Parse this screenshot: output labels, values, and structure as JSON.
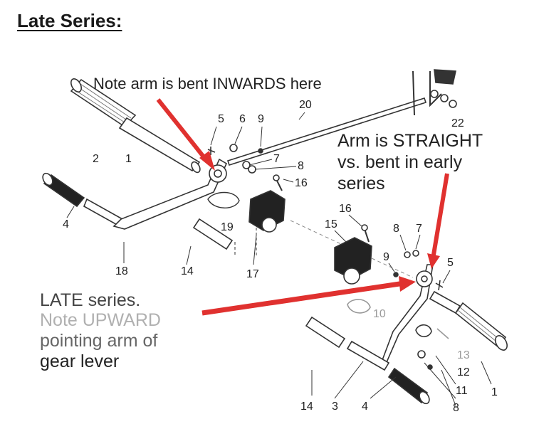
{
  "heading": "Late Series:",
  "notes": {
    "bent_inwards": "Note arm is bent INWARDS here",
    "straight_1": "Arm is STRAIGHT",
    "straight_2": "vs. bent in early",
    "straight_3": "series",
    "late_1": "LATE series.",
    "late_2": "Note UPWARD",
    "late_3": "pointing arm of",
    "late_4": "gear lever"
  },
  "early_parts": {
    "p1": "1",
    "p2": "2",
    "p4": "4",
    "p5": "5",
    "p6": "6",
    "p7": "7",
    "p8": "8",
    "p9": "9",
    "p14": "14",
    "p16": "16",
    "p17": "17",
    "p18": "18",
    "p19": "19",
    "p20": "20",
    "p22": "22"
  },
  "late_parts": {
    "p1": "1",
    "p3": "3",
    "p4": "4",
    "p5": "5",
    "p7": "7",
    "p8": "8",
    "p8b": "8",
    "p9": "9",
    "p10": "10",
    "p11": "11",
    "p12": "12",
    "p13": "13",
    "p14": "14",
    "p15": "15",
    "p16": "16"
  },
  "colors": {
    "arrow": "#e0312f",
    "line": "#333333"
  }
}
